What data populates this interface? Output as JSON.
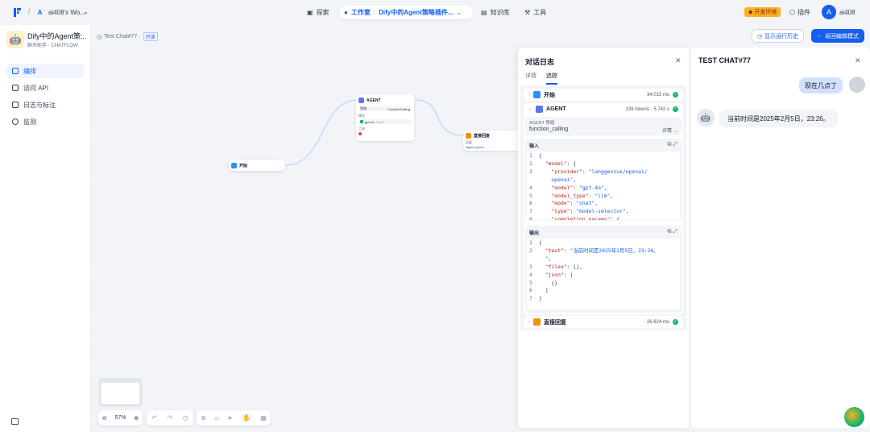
{
  "top": {
    "workspace": "ai408's Wo...",
    "workspace_avatar": "A",
    "nav_explore": "探索",
    "nav_studio": "工作室",
    "nav_studio_app": "Dify中的Agent策略插件...",
    "nav_knowledge": "知识库",
    "nav_tools": "工具",
    "env_badge": "开发环境",
    "plugins": "插件",
    "user_initial": "A",
    "user_name": "ai408"
  },
  "sidebar": {
    "app_name": "Dify中的Agent策...",
    "app_type_a": "聊天助手",
    "app_type_b": "CHATFLOW",
    "items": [
      {
        "label": "编排",
        "active": true
      },
      {
        "label": "访问 API",
        "active": false
      },
      {
        "label": "日志与标注",
        "active": false
      },
      {
        "label": "监测",
        "active": false
      }
    ]
  },
  "canvas": {
    "breadcrumb": "Test Chat#77 ·",
    "breadcrumb_tag": "只读",
    "node_start": "开始",
    "node_agent": "AGENT",
    "agent_strategy_label": "策略",
    "agent_strategy_value": "FunctionCalling",
    "agent_model_label": "模型",
    "agent_model": "gpt-4o",
    "agent_model_tag": "CHAT",
    "agent_tools_label": "工具",
    "node_answer": "直接回复",
    "answer_label": "回复",
    "answer_value": "Agent",
    "answer_value_tag": "{x}text",
    "zoom": "57%"
  },
  "actions": {
    "history": "显示运行历史",
    "back": "返回编辑模式"
  },
  "log": {
    "title": "对话日志",
    "tab_detail": "详情",
    "tab_trace": "追踪",
    "start_name": "开始",
    "start_time": "34.015 ms",
    "agent_name": "AGENT",
    "agent_meta": "139 tokens · 5.742 s",
    "strategy_label": "AGENT 策略",
    "strategy_value": "function_calling",
    "strategy_detail": "详情 →",
    "input_label": "输入",
    "output_label": "输出",
    "reply_name": "直接回复",
    "reply_time": "26.624 ms"
  },
  "chat": {
    "title": "TEST CHAT#77",
    "user_msg": "现在几点了",
    "bot_msg": "当前时间是2025年2月5日，23:26。"
  }
}
